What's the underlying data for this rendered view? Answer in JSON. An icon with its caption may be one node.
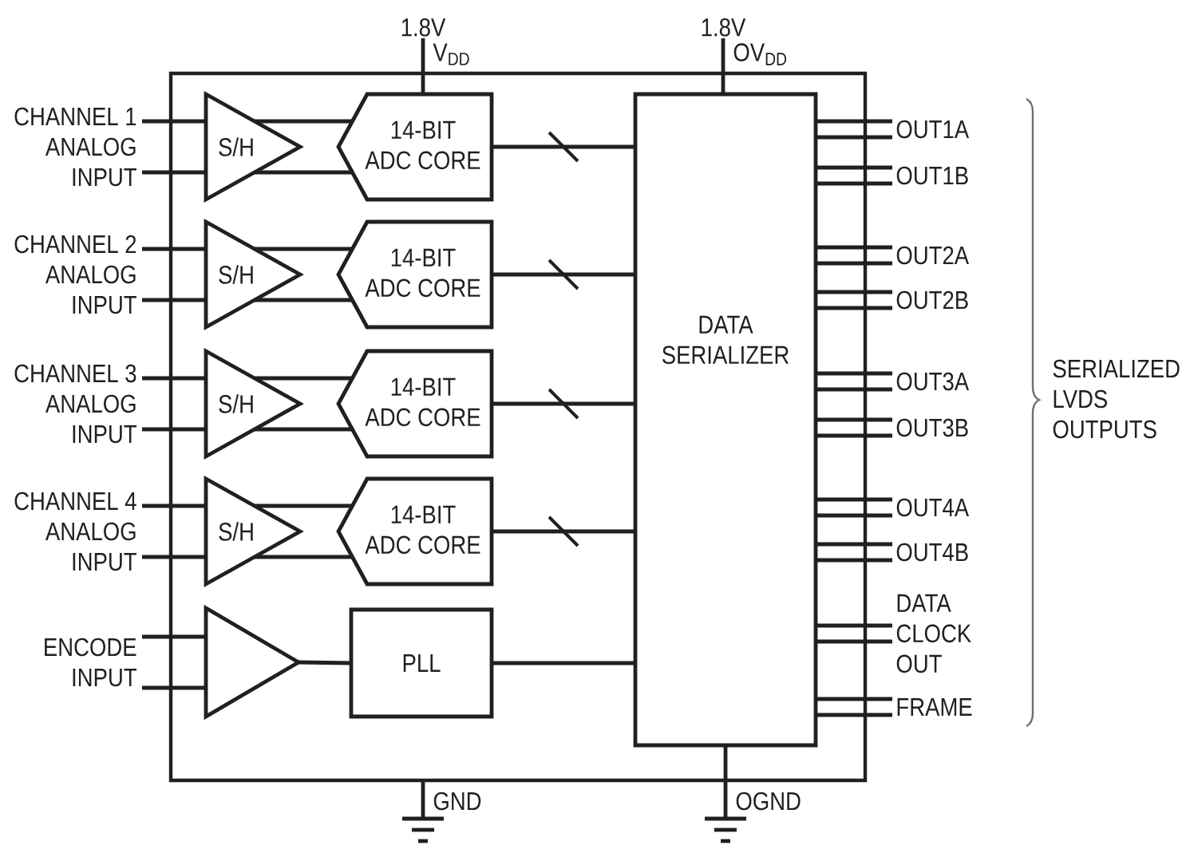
{
  "diagram": {
    "nodes": [
      {
        "text": [
          "1.8V"
        ]
      },
      {
        "text": [
          "1.8V"
        ]
      },
      {
        "text": [],
        "shape": "box"
      },
      {
        "text": [
          "CHANNEL 1 ANALOG INPUT"
        ]
      },
      {
        "text": [
          "S/H"
        ],
        "in": 2
      },
      {
        "text": [
          "14-BIT ADC CORE"
        ],
        "in": 2
      },
      {
        "text": [
          "CHANNEL 2 ANALOG INPUT"
        ]
      },
      {
        "text": [
          "S/H"
        ],
        "in": 2
      },
      {
        "text": [
          "14-BIT ADC CORE"
        ],
        "in": 2
      },
      {
        "text": [
          "CHANNEL 3 ANALOG INPUT"
        ]
      },
      {
        "text": [
          "S/H"
        ],
        "in": 2
      },
      {
        "text": [
          "14-BIT ADC CORE"
        ],
        "in": 2
      },
      {
        "text": [
          "CHANNEL 4 ANALOG INPUT"
        ]
      },
      {
        "text": [
          "S/H"
        ],
        "in": 2
      },
      {
        "text": [
          "14-BIT ADC CORE"
        ],
        "in": 2
      },
      {
        "text": [
          "ENCODE INPUT"
        ]
      },
      {
        "text": [],
        "shape": "triangle",
        "in": 2
      },
      {
        "text": [
          "PLL"
        ],
        "in": 2
      },
      {
        "text": [
          "DATA SERIALIZER"
        ],
        "in": 2
      },
      {
        "text": [
          "OUT1A"
        ]
      },
      {
        "text": [
          "OUT1B"
        ]
      },
      {
        "text": [
          "OUT2A"
        ]
      },
      {
        "text": [
          "OUT2B"
        ]
      },
      {
        "text": [
          "OUT3A"
        ]
      },
      {
        "text": [
          "OUT3B"
        ]
      },
      {
        "text": [
          "OUT4A"
        ]
      },
      {
        "text": [
          "OUT4B"
        ]
      },
      {
        "text": [
          "DATA CLOCK OUT"
        ]
      },
      {
        "text": [
          "FRAME"
        ]
      },
      {
        "text": [],
        "shape": "ground"
      },
      {
        "text": [],
        "shape": "ground"
      }
    ],
    "edges": [
      {
        "from": 0,
        "to": 5,
        "arrow": "none",
        "label": "V$_{DD}$"
      },
      {
        "from": 1,
        "to": 18,
        "arrow": "none",
        "label": "OV$_{DD}$"
      },
      {
        "from": 3,
        "to": 4,
        "arrow": "none"
      },
      {
        "from": 3,
        "to": 4,
        "arrow": "none"
      },
      {
        "from": 4,
        "to": 5,
        "arrow": "none"
      },
      {
        "from": 4,
        "to": 5,
        "arrow": "none"
      },
      {
        "from": 5,
        "to": 18,
        "arrow": "none"
      },
      {
        "from": 6,
        "to": 7,
        "arrow": "none"
      },
      {
        "from": 6,
        "to": 7,
        "arrow": "none"
      },
      {
        "from": 7,
        "to": 8,
        "arrow": "none"
      },
      {
        "from": 7,
        "to": 8,
        "arrow": "none"
      },
      {
        "from": 8,
        "to": 18,
        "arrow": "none"
      },
      {
        "from": 9,
        "to": 10,
        "arrow": "none"
      },
      {
        "from": 9,
        "to": 10,
        "arrow": "none"
      },
      {
        "from": 10,
        "to": 11,
        "arrow": "none"
      },
      {
        "from": 10,
        "to": 11,
        "arrow": "none"
      },
      {
        "from": 11,
        "to": 18,
        "arrow": "none"
      },
      {
        "from": 12,
        "to": 13,
        "arrow": "none"
      },
      {
        "from": 12,
        "to": 13,
        "arrow": "none"
      },
      {
        "from": 13,
        "to": 14,
        "arrow": "none"
      },
      {
        "from": 13,
        "to": 14,
        "arrow": "none"
      },
      {
        "from": 14,
        "to": 18,
        "arrow": "none"
      },
      {
        "from": 15,
        "to": 16,
        "arrow": "none"
      },
      {
        "from": 15,
        "to": 16,
        "arrow": "none"
      },
      {
        "from": 16,
        "to": 17,
        "arrow": "none"
      },
      {
        "from": 17,
        "to": 18,
        "arrow": "none"
      },
      {
        "from": 18,
        "to": 19,
        "arrow": "none"
      },
      {
        "from": 18,
        "to": 19,
        "arrow": "none"
      },
      {
        "from": 18,
        "to": 20,
        "arrow": "none"
      },
      {
        "from": 18,
        "to": 20,
        "arrow": "none"
      },
      {
        "from": 18,
        "to": 21,
        "arrow": "none"
      },
      {
        "from": 18,
        "to": 21,
        "arrow": "none"
      },
      {
        "from": 18,
        "to": 22,
        "arrow": "none"
      },
      {
        "from": 18,
        "to": 22,
        "arrow": "none"
      },
      {
        "from": 18,
        "to": 23,
        "arrow": "none"
      },
      {
        "from": 18,
        "to": 23,
        "arrow": "none"
      },
      {
        "from": 18,
        "to": 24,
        "arrow": "none"
      },
      {
        "from": 18,
        "to": 24,
        "arrow": "none"
      },
      {
        "from": 18,
        "to": 25,
        "arrow": "none"
      },
      {
        "from": 18,
        "to": 25,
        "arrow": "none"
      },
      {
        "from": 18,
        "to": 26,
        "arrow": "none"
      },
      {
        "from": 18,
        "to": 26,
        "arrow": "none"
      },
      {
        "from": 18,
        "to": 27,
        "arrow": "none"
      },
      {
        "from": 18,
        "to": 27,
        "arrow": "none"
      },
      {
        "from": 18,
        "to": 28,
        "arrow": "none"
      },
      {
        "from": 18,
        "to": 28,
        "arrow": "none"
      },
      {
        "from": 2,
        "to": 29,
        "arrow": "none",
        "label": "GND"
      },
      {
        "from": 18,
        "to": 30,
        "arrow": "none",
        "label": "OGND"
      }
    ],
    "labels": [
      "SERIALIZED LVDS OUTPUTS"
    ]
  }
}
